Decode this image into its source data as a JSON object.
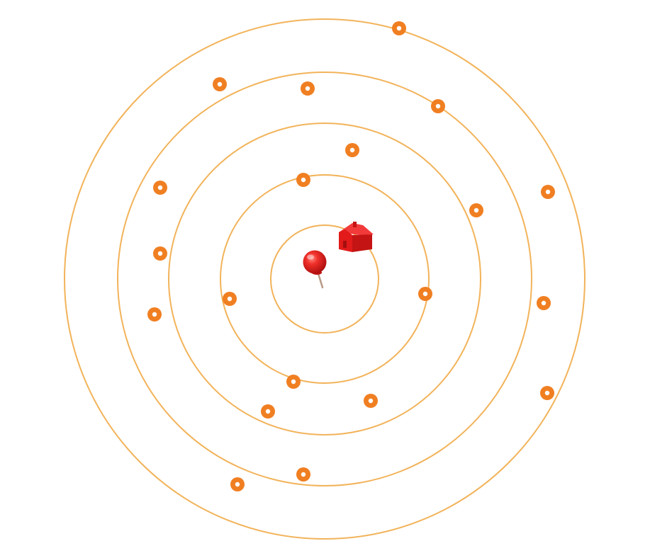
{
  "colors": {
    "background": "#ffffff",
    "ring": "#f2b35a",
    "marker": "#f07f22",
    "marker_center": "#ffffff",
    "pin_head": "#e8231e",
    "pin_needle": "#b89a86",
    "house": "#e21a1a"
  },
  "icons": {
    "center": "pushpin-icon",
    "home": "house-icon",
    "points": "ring-marker-icon"
  },
  "rings": [
    {
      "id": 1
    },
    {
      "id": 2
    },
    {
      "id": 3
    },
    {
      "id": 4
    },
    {
      "id": 5
    }
  ],
  "markers": [
    {
      "id": 1
    },
    {
      "id": 2
    },
    {
      "id": 3
    },
    {
      "id": 4
    },
    {
      "id": 5
    },
    {
      "id": 6
    },
    {
      "id": 7
    },
    {
      "id": 8
    },
    {
      "id": 9
    },
    {
      "id": 10
    },
    {
      "id": 11
    },
    {
      "id": 12
    },
    {
      "id": 13
    },
    {
      "id": 14
    },
    {
      "id": 15
    },
    {
      "id": 16
    },
    {
      "id": 17
    },
    {
      "id": 18
    },
    {
      "id": 19
    },
    {
      "id": 20
    },
    {
      "id": 21
    }
  ]
}
